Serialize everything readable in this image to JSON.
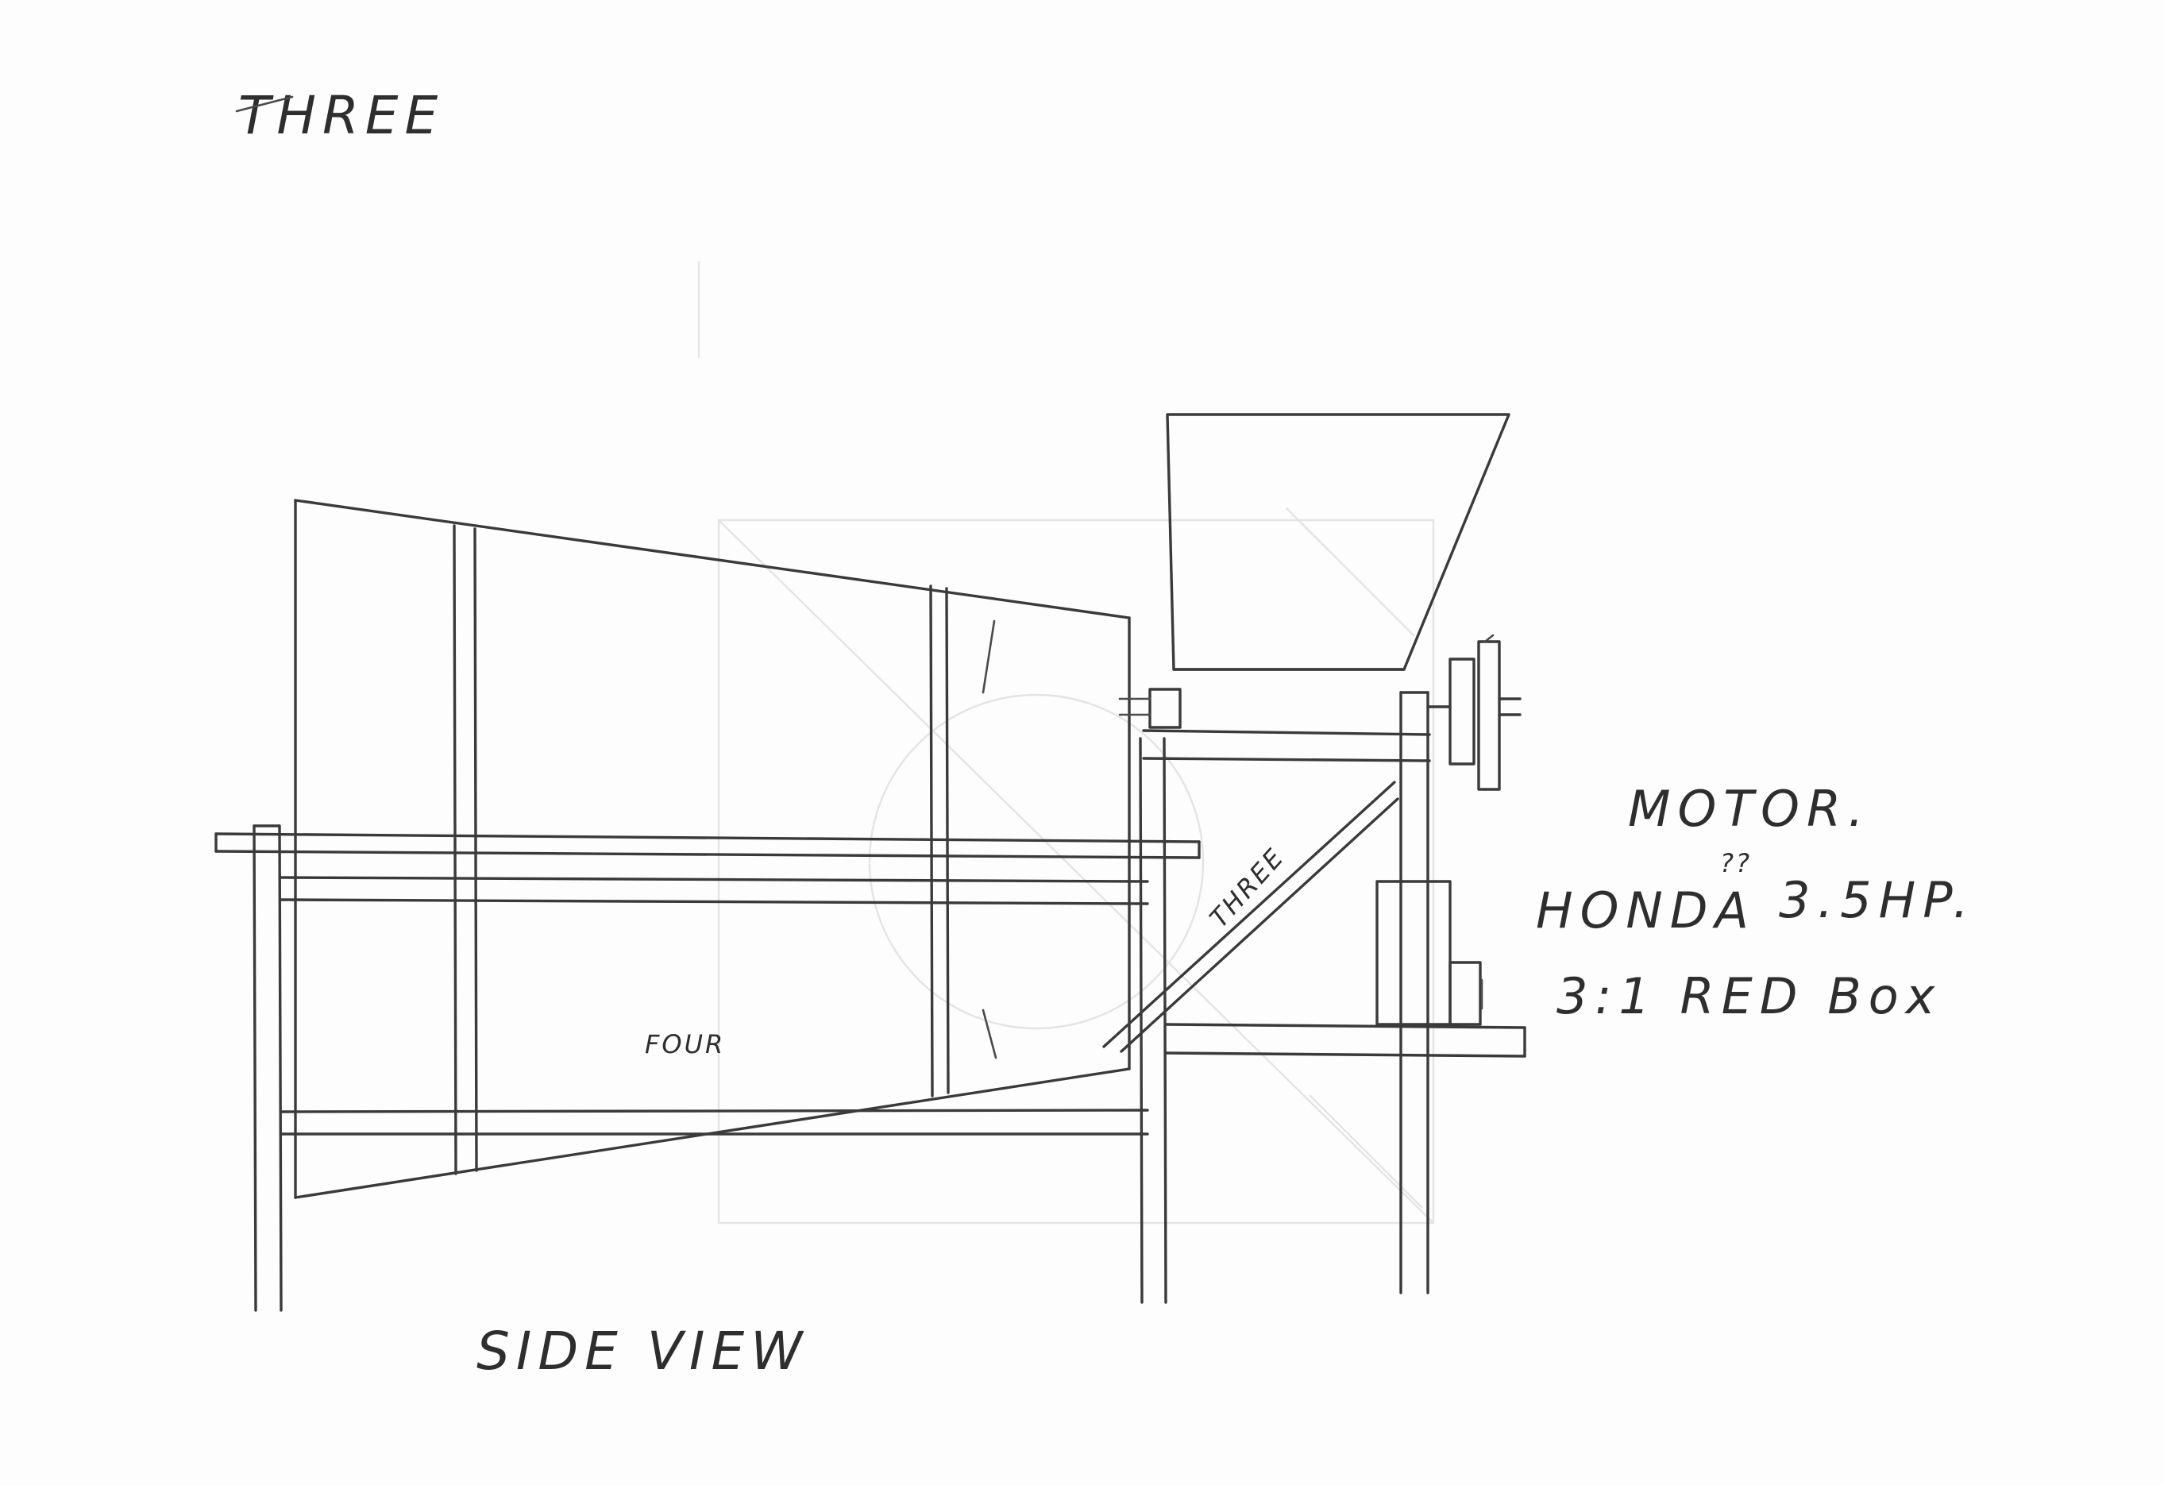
{
  "labels": {
    "heading": "THREE",
    "view": "SIDE VIEW",
    "hopper_note": "THREE",
    "drum_note": "FOUR",
    "motor_title": "MOTOR.",
    "motor_model_prefix": "HONDA",
    "motor_query": "??",
    "motor_power": "3.5HP.",
    "motor_gearbox": "3:1 RED Box"
  },
  "colors": {
    "ink": "#3a3a3a",
    "paper": "#fdfdfd"
  }
}
